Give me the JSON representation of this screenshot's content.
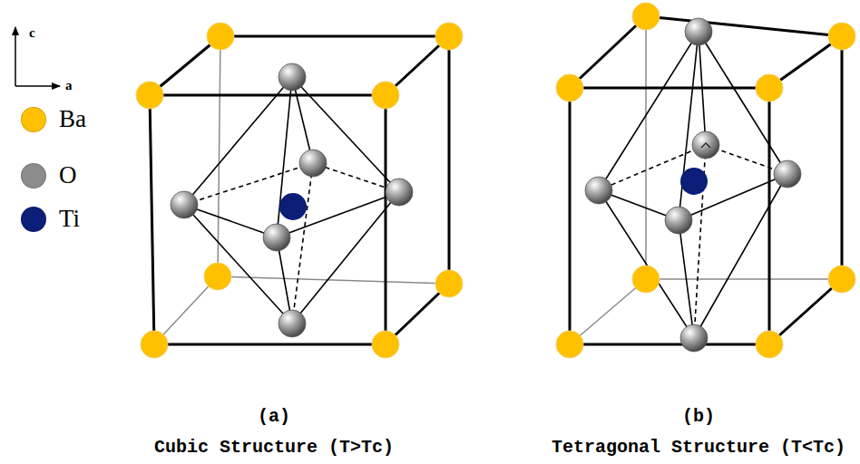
{
  "diagram": {
    "labels": [
      "c",
      "a",
      "(a)",
      "Cubic Structure (T>Tc)",
      "(b)",
      "Tetragonal Structure (T<Tc)"
    ],
    "legend": [
      {
        "text": "Ba",
        "color": "#ffc000"
      },
      {
        "text": "O",
        "color": "#8c8c8c"
      },
      {
        "text": "Ti",
        "color": "#0b1e78"
      }
    ]
  }
}
